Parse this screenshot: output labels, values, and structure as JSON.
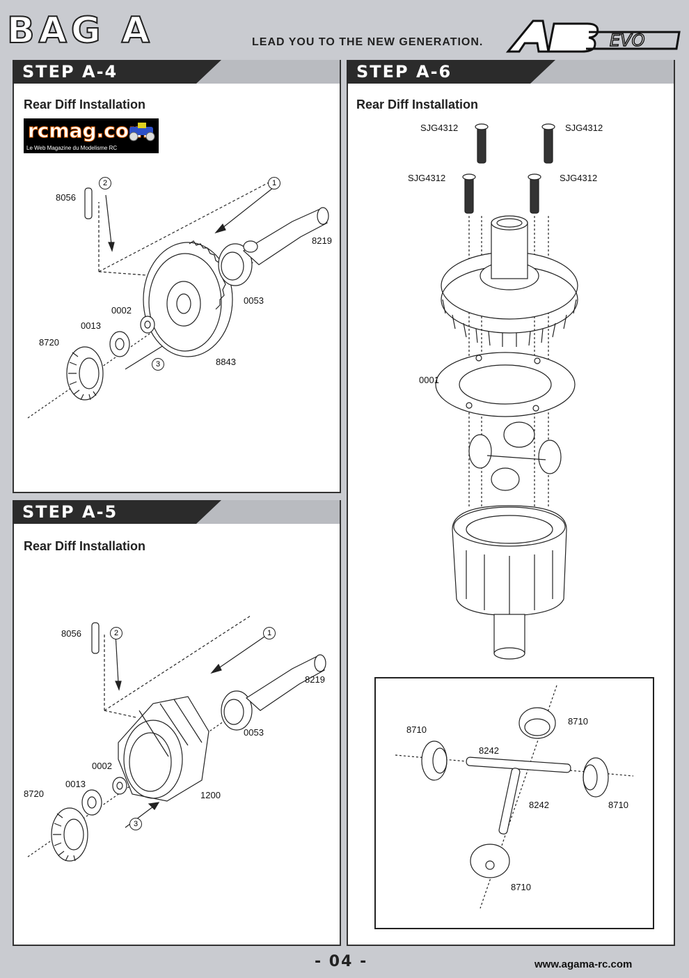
{
  "header": {
    "title": "BAG A",
    "tagline": "LEAD YOU TO THE NEW GENERATION.",
    "logo_text": "A8 EVO"
  },
  "watermark": {
    "title": "rcmag.com",
    "subtitle": "Le Web Magazine du Modelisme RC"
  },
  "steps": {
    "a4": {
      "title": "STEP A-4",
      "subtitle": "Rear Diff Installation",
      "parts": {
        "p8056": "8056",
        "p8219": "8219",
        "p0053": "0053",
        "p0002": "0002",
        "p0013": "0013",
        "p8720": "8720",
        "p8843": "8843"
      },
      "steps": {
        "s1": "1",
        "s2": "2",
        "s3": "3"
      }
    },
    "a5": {
      "title": "STEP A-5",
      "subtitle": "Rear Diff Installation",
      "parts": {
        "p8056": "8056",
        "p8219": "8219",
        "p0053": "0053",
        "p0002": "0002",
        "p0013": "0013",
        "p8720": "8720",
        "p1200": "1200"
      },
      "steps": {
        "s1": "1",
        "s2": "2",
        "s3": "3"
      }
    },
    "a6": {
      "title": "STEP A-6",
      "subtitle": "Rear Diff Installation",
      "screws": {
        "s1": "SJG4312",
        "s2": "SJG4312",
        "s3": "SJG4312",
        "s4": "SJG4312"
      },
      "gasket": "0001",
      "inset": {
        "g1": "8710",
        "g2": "8710",
        "g3": "8710",
        "g4": "8710",
        "shaft1": "8242",
        "shaft2": "8242"
      }
    }
  },
  "footer": {
    "page": "- 04 -",
    "url": "www.agama-rc.com"
  },
  "colors": {
    "ink": "#222222",
    "panel": "#ffffff",
    "background": "#c9cbd0",
    "tab": "#2b2b2b"
  }
}
